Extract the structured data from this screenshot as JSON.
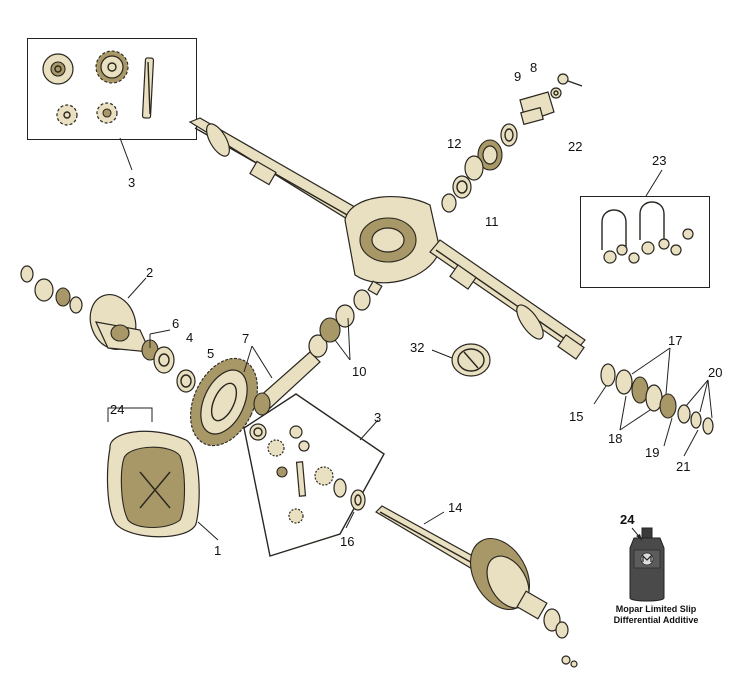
{
  "callouts": {
    "c3_top": "3",
    "c8": "8",
    "c9": "9",
    "c22": "22",
    "c12": "12",
    "c11": "11",
    "c23": "23",
    "c2": "2",
    "c6": "6",
    "c4": "4",
    "c5": "5",
    "c7": "7",
    "c10": "10",
    "c32": "32",
    "c17": "17",
    "c20": "20",
    "c15": "15",
    "c18": "18",
    "c19": "19",
    "c21": "21",
    "c24_left": "24",
    "c3_mid": "3",
    "c1": "1",
    "c16": "16",
    "c14": "14",
    "c24_product": "24"
  },
  "product": {
    "caption_line1": "Mopar Limited Slip",
    "caption_line2": "Differential Additive",
    "bottle_logo_icon": "mopar-logo-icon"
  },
  "colors": {
    "ink": "#2a2620",
    "part_fill": "#e8e0c0",
    "part_shade": "#a89868",
    "bottle": "#4a4a4a"
  }
}
